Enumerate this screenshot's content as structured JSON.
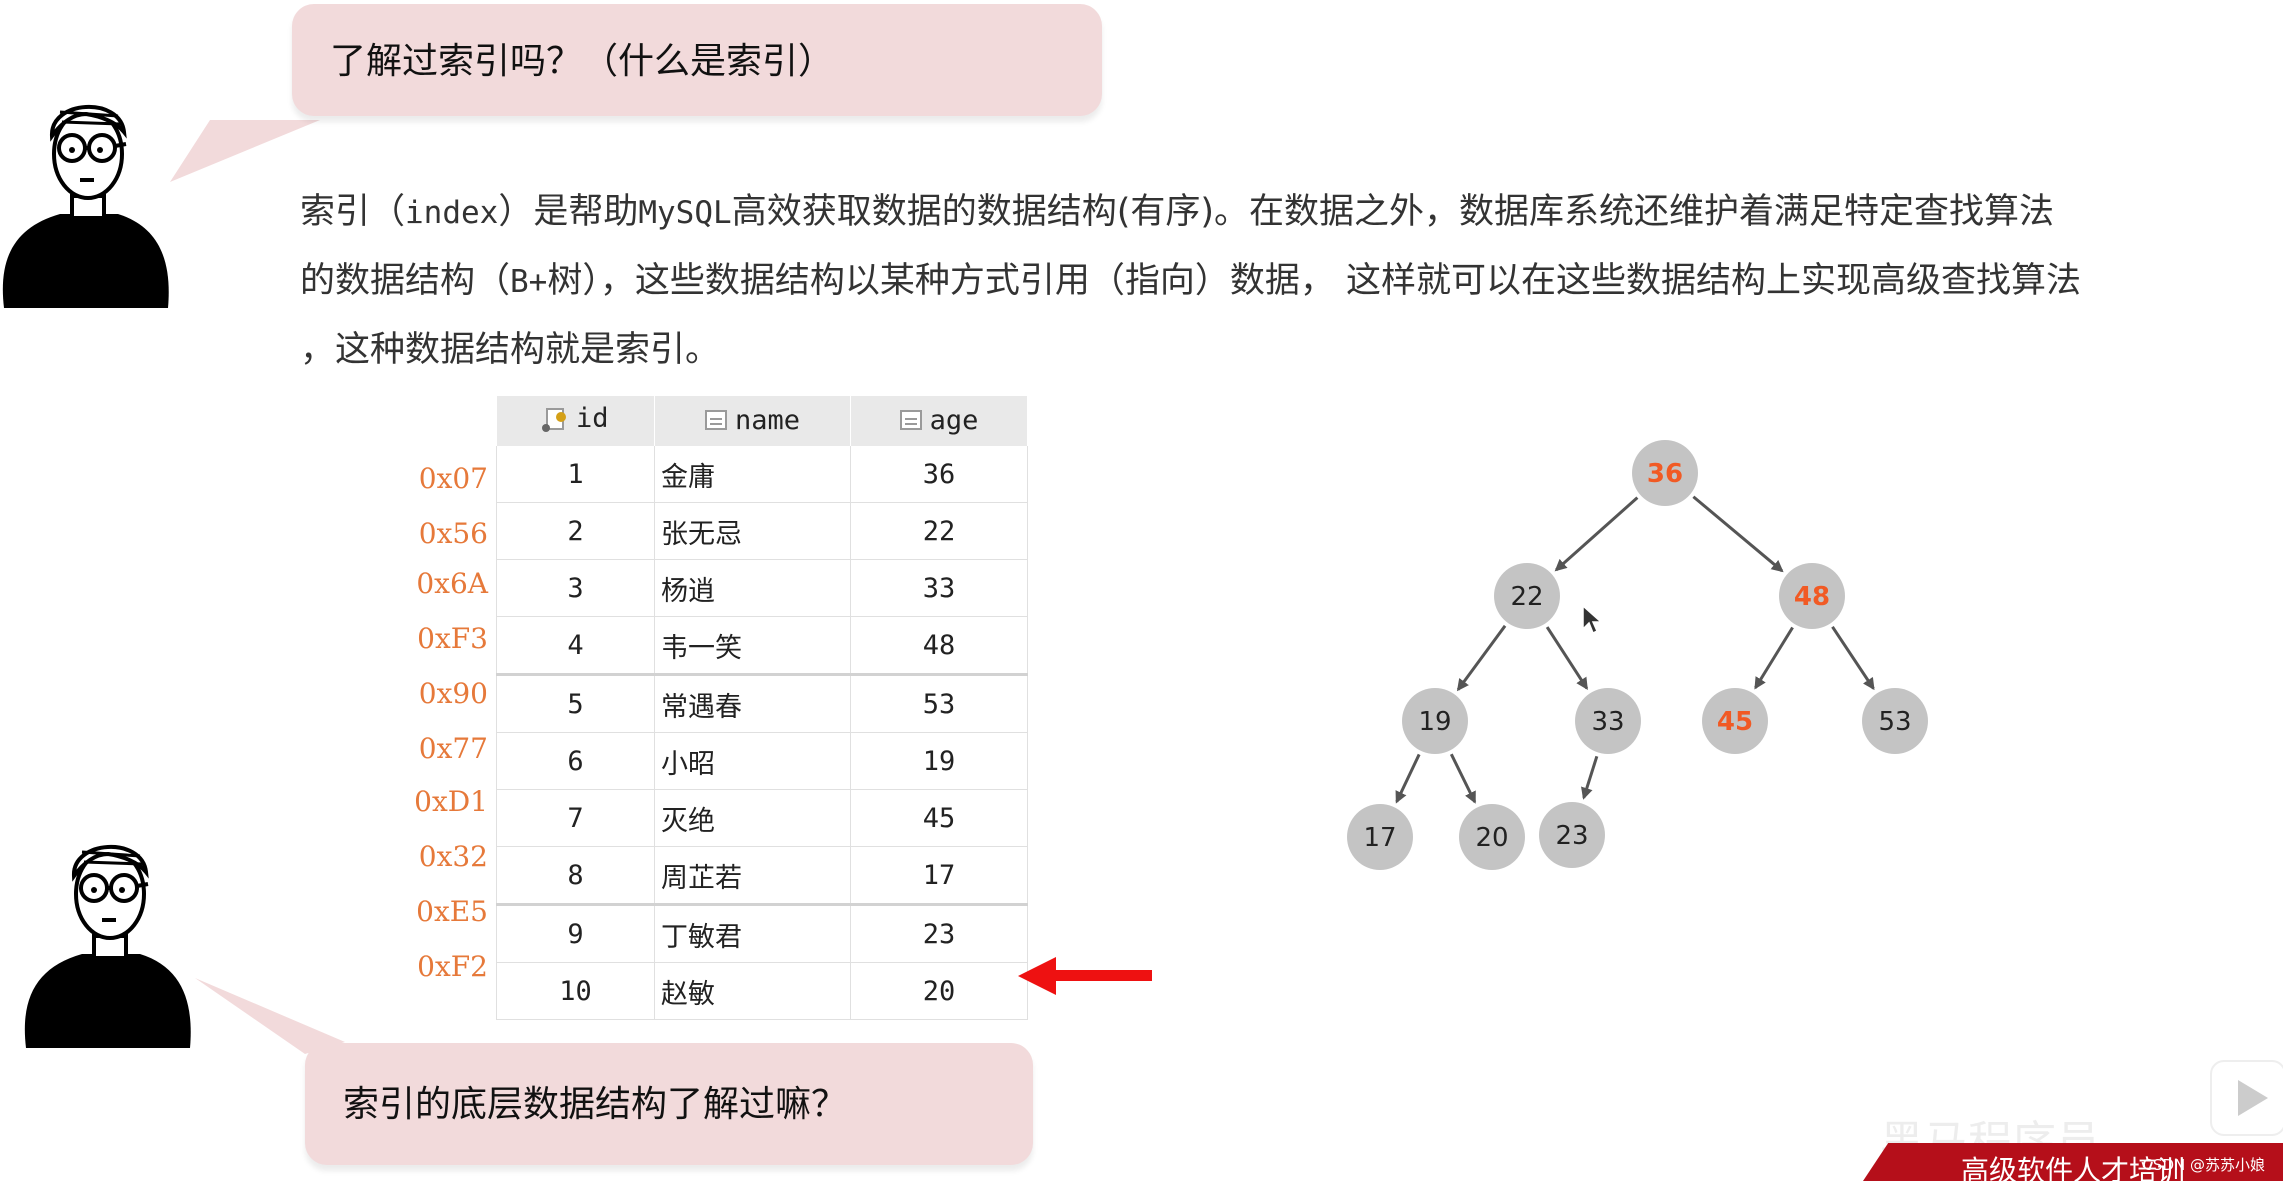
{
  "top_bubble": {
    "text": "了解过索引吗？（什么是索引）"
  },
  "definition": {
    "line1_a": "索引（",
    "line1_code1": "index",
    "line1_b": "）是帮助",
    "line1_code2": "MySQL",
    "line1_c": "高效获取数据的数据结构(有序)。在数据之外，数据库系统还维护着满足特定查找算法",
    "line2_a": "的数据结构（",
    "line2_code": "B+",
    "line2_b": "树），这些数据结构以某种方式引用（指向）数据，  这样就可以在这些数据结构上实现高级查找算法",
    "line3": "，这种数据结构就是索引。"
  },
  "table": {
    "headers": [
      "id",
      "name",
      "age"
    ],
    "rows": [
      {
        "addr": "0x07",
        "id": "1",
        "name": "金庸",
        "age": "36"
      },
      {
        "addr": "0x56",
        "id": "2",
        "name": "张无忌",
        "age": "22"
      },
      {
        "addr": "0x6A",
        "id": "3",
        "name": "杨逍",
        "age": "33"
      },
      {
        "addr": "0xF3",
        "id": "4",
        "name": "韦一笑",
        "age": "48"
      },
      {
        "addr": "0x90",
        "id": "5",
        "name": "常遇春",
        "age": "53"
      },
      {
        "addr": "0x77",
        "id": "6",
        "name": "小昭",
        "age": "19"
      },
      {
        "addr": "0xD1",
        "id": "7",
        "name": "灭绝",
        "age": "45"
      },
      {
        "addr": "0x32",
        "id": "8",
        "name": "周芷若",
        "age": "17"
      },
      {
        "addr": "0xE5",
        "id": "9",
        "name": "丁敏君",
        "age": "23"
      },
      {
        "addr": "0xF2",
        "id": "10",
        "name": "赵敏",
        "age": "20"
      }
    ]
  },
  "tree": {
    "nodes": [
      {
        "label": "36",
        "highlight": true
      },
      {
        "label": "22",
        "highlight": false
      },
      {
        "label": "48",
        "highlight": true
      },
      {
        "label": "19",
        "highlight": false
      },
      {
        "label": "33",
        "highlight": false
      },
      {
        "label": "45",
        "highlight": true
      },
      {
        "label": "53",
        "highlight": false
      },
      {
        "label": "17",
        "highlight": false
      },
      {
        "label": "20",
        "highlight": false
      },
      {
        "label": "23",
        "highlight": false
      }
    ],
    "node_color": "#c4c4c4",
    "highlight_text_color": "#f15a24",
    "text_color": "#222222"
  },
  "bottom_bubble": {
    "text": "索引的底层数据结构了解过嘛？"
  },
  "colors": {
    "bubble": "#f2dadb",
    "address": "#e6793a",
    "arrow": "#ee1111"
  },
  "footer": {
    "brand_text": "高级软件人才培训",
    "credit": "CSDN @苏苏小娘"
  }
}
